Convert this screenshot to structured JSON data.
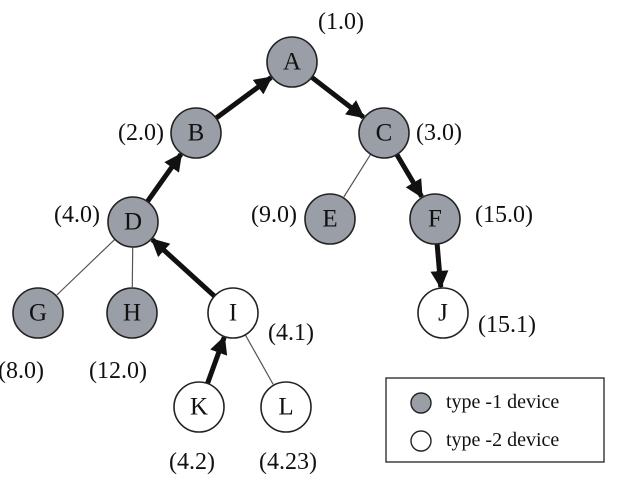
{
  "colors": {
    "type1_fill": "#9a9ea6",
    "type2_fill": "#ffffff",
    "edge_color": "#111111"
  },
  "nodes": [
    {
      "id": "A",
      "label": "A",
      "value": "(1.0)",
      "type": 1
    },
    {
      "id": "B",
      "label": "B",
      "value": "(2.0)",
      "type": 1
    },
    {
      "id": "C",
      "label": "C",
      "value": "(3.0)",
      "type": 1
    },
    {
      "id": "D",
      "label": "D",
      "value": "(4.0)",
      "type": 1
    },
    {
      "id": "E",
      "label": "E",
      "value": "(9.0)",
      "type": 1
    },
    {
      "id": "F",
      "label": "F",
      "value": "(15.0)",
      "type": 1
    },
    {
      "id": "G",
      "label": "G",
      "value": "(8.0)",
      "type": 1
    },
    {
      "id": "H",
      "label": "H",
      "value": "(12.0)",
      "type": 1
    },
    {
      "id": "I",
      "label": "I",
      "value": "(4.1)",
      "type": 2
    },
    {
      "id": "J",
      "label": "J",
      "value": "(15.1)",
      "type": 2
    },
    {
      "id": "K",
      "label": "K",
      "value": "(4.2)",
      "type": 2
    },
    {
      "id": "L",
      "label": "L",
      "value": "(4.23)",
      "type": 2
    }
  ],
  "edges": [
    {
      "from": "B",
      "to": "A",
      "directed": true
    },
    {
      "from": "A",
      "to": "C",
      "directed": true
    },
    {
      "from": "D",
      "to": "B",
      "directed": true
    },
    {
      "from": "C",
      "to": "E",
      "directed": false
    },
    {
      "from": "C",
      "to": "F",
      "directed": true
    },
    {
      "from": "D",
      "to": "G",
      "directed": false
    },
    {
      "from": "D",
      "to": "H",
      "directed": false
    },
    {
      "from": "I",
      "to": "D",
      "directed": true
    },
    {
      "from": "F",
      "to": "J",
      "directed": true
    },
    {
      "from": "K",
      "to": "I",
      "directed": true
    },
    {
      "from": "I",
      "to": "L",
      "directed": false
    }
  ],
  "legend": {
    "type1_label": "type -1 device",
    "type2_label": "type -2 device"
  }
}
